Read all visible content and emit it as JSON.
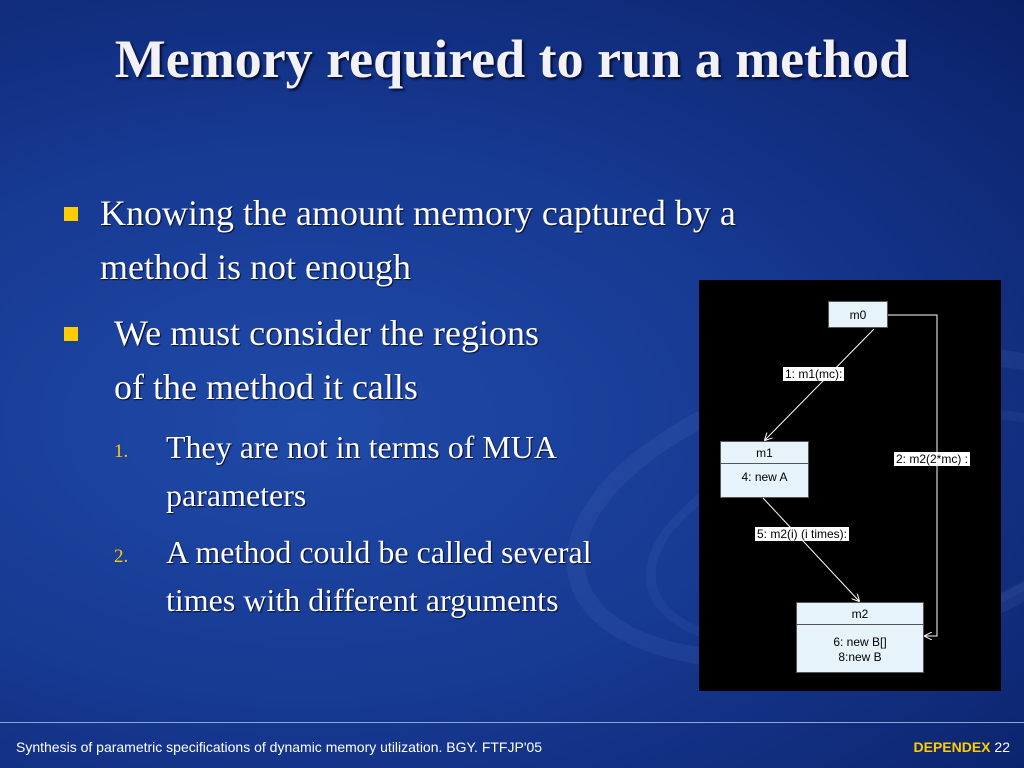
{
  "slide": {
    "title": "Memory required to run a method",
    "bullets": [
      {
        "line1": "Knowing the amount memory captured by a",
        "line2": "method is not enough"
      },
      {
        "line1": "We must consider the regions",
        "line2": "of the method it calls"
      }
    ],
    "subitems": [
      {
        "number": "1.",
        "line1": "They are not in terms of MUA",
        "line2": "parameters"
      },
      {
        "number": "2.",
        "line1": "A method could be called several",
        "line2": "times with different arguments"
      }
    ]
  },
  "diagram": {
    "boxes": {
      "m0": {
        "name": "m0"
      },
      "m1": {
        "name": "m1",
        "body": "4: new A"
      },
      "m2": {
        "name": "m2",
        "body_line1": "6: new B[]",
        "body_line2": "8:new B"
      }
    },
    "labels": {
      "call1": "1: m1(mc):",
      "call2": "2: m2(2*mc) :",
      "call5": "5: m2(i) (i times):"
    }
  },
  "footer": {
    "left": "Synthesis of parametric specifications of dynamic memory utilization. BGY. FTFJP'05",
    "brand": "DEPENDEX",
    "page": "22"
  },
  "colors": {
    "background": "#173a93",
    "bullet": "#ffcc00",
    "box_fill": "#e6f3fb"
  }
}
